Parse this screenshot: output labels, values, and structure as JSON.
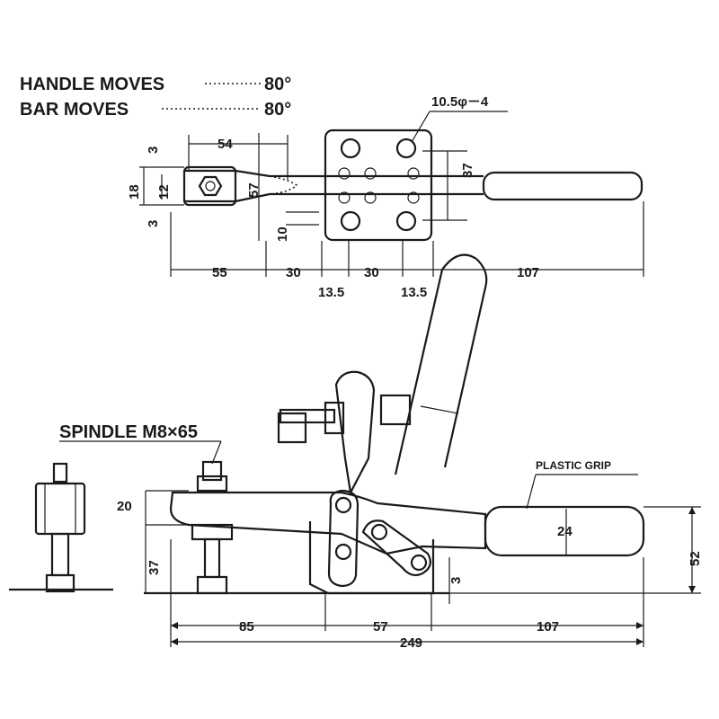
{
  "motion": {
    "handle_label": "HANDLE MOVES",
    "handle_value": "80°",
    "bar_label": "BAR MOVES",
    "bar_value": "80°"
  },
  "callouts": {
    "hole_spec": "10.5φ－4",
    "spindle": "SPINDLE M8×65",
    "plastic_grip": "PLASTIC GRIP"
  },
  "plan_dims": {
    "d54": "54",
    "d57": "57",
    "d37": "37",
    "d10": "10",
    "d18": "18",
    "d12": "12",
    "d3a": "3",
    "d3b": "3",
    "d55": "55",
    "d30a": "30",
    "d30b": "30",
    "d107": "107",
    "d13_5a": "13.5",
    "d13_5b": "13.5"
  },
  "side_dims": {
    "d20": "20",
    "d37": "37",
    "d24": "24",
    "d52": "52",
    "d3": "3",
    "d85": "85",
    "d57": "57",
    "d107": "107",
    "d249": "249"
  }
}
